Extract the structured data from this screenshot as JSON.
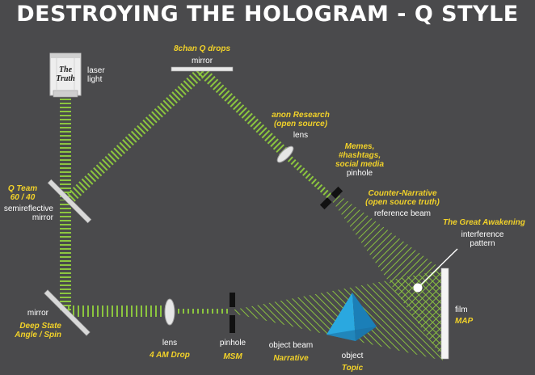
{
  "title": "DESTROYING THE HOLOGRAM - Q STYLE",
  "colors": {
    "background": "#4a4a4c",
    "beam": "#8cc63f",
    "yellow_label": "#f2d229",
    "white_label": "#ffffff",
    "object": "#2aa8e0"
  },
  "laser": {
    "box_text": [
      "The",
      "Truth"
    ],
    "label": [
      "laser",
      "light"
    ]
  },
  "top_mirror": {
    "q_label": "8chan Q drops",
    "label": "mirror"
  },
  "upper_lens": {
    "q_label": [
      "anon Research",
      "(open source)"
    ],
    "label": "lens"
  },
  "upper_pinhole": {
    "q_label": [
      "Memes,",
      "#hashtags,",
      "social media"
    ],
    "label": "pinhole"
  },
  "reference_beam": {
    "q_label": [
      "Counter-Narrative",
      "(open source truth)"
    ],
    "label": "reference beam"
  },
  "interference": {
    "q_label": "The Great Awakening",
    "label": [
      "interference",
      "pattern"
    ]
  },
  "film": {
    "label": "film",
    "q_label": "MAP"
  },
  "semireflective_mirror": {
    "q_label": [
      "Q Team",
      "60 / 40"
    ],
    "label": [
      "semireflective",
      "mirror"
    ]
  },
  "bottom_mirror": {
    "label": "mirror",
    "q_label": [
      "Deep State",
      "Angle / Spin"
    ]
  },
  "lower_lens": {
    "label": "lens",
    "q_label": "4 AM Drop"
  },
  "lower_pinhole": {
    "label": "pinhole",
    "q_label": "MSM"
  },
  "object_beam": {
    "label": "object beam",
    "q_label": "Narrative"
  },
  "object": {
    "label": "object",
    "q_label": "Topic"
  }
}
